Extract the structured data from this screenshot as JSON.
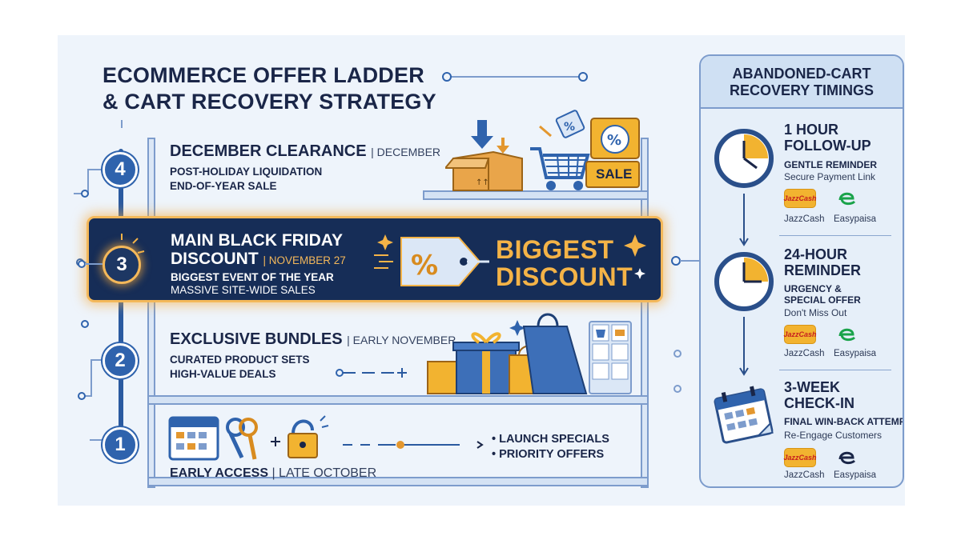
{
  "title_line1": "ECOMMERCE OFFER LADDER",
  "title_line2": "& CART RECOVERY STRATEGY",
  "tiers": [
    {
      "number": "4",
      "name": "DECEMBER CLEARANCE",
      "when": "| DECEMBER",
      "desc1": "POST-HOLIDAY LIQUIDATION",
      "desc2": "END-OF-YEAR SALE"
    },
    {
      "number": "3",
      "name1": "MAIN BLACK FRIDAY",
      "name2": "DISCOUNT",
      "when": "| NOVEMBER 27",
      "desc1": "BIGGEST EVENT OF THE YEAR",
      "desc2": "MASSIVE SITE-WIDE SALES",
      "badge1": "BIGGEST",
      "badge2": "DISCOUNT"
    },
    {
      "number": "2",
      "name": "EXCLUSIVE BUNDLES",
      "when": "| EARLY NOVEMBER",
      "desc1": "CURATED PRODUCT SETS",
      "desc2": "HIGH-VALUE DEALS"
    },
    {
      "number": "1",
      "name": "EARLY ACCESS",
      "when": "| LATE OCTOBER",
      "bullet1": "• LAUNCH SPECIALS",
      "bullet2": "• PRIORITY OFFERS"
    }
  ],
  "sale_tag": "SALE",
  "panel": {
    "title1": "ABANDONED-CART",
    "title2": "RECOVERY TIMINGS",
    "steps": [
      {
        "title1": "1 HOUR",
        "title2": "FOLLOW-UP",
        "sub1": "GENTLE REMINDER",
        "note": "Secure Payment Link"
      },
      {
        "title1": "24-HOUR",
        "title2": "REMINDER",
        "sub1": "URGENCY &",
        "sub2": "SPECIAL OFFER",
        "note": "Don't Miss Out"
      },
      {
        "title1": "3-WEEK",
        "title2": "CHECK-IN",
        "sub1": "FINAL WIN-BACK ATTEMPT",
        "note": "Re-Engage Customers"
      }
    ],
    "pay1": "JazzCash",
    "pay2": "Easypaisa",
    "jazz_logo": "JazzCash"
  },
  "colors": {
    "navy": "#162d57",
    "accent": "#f4b347",
    "blue": "#2f63ad",
    "panel": "#e6eff9"
  }
}
